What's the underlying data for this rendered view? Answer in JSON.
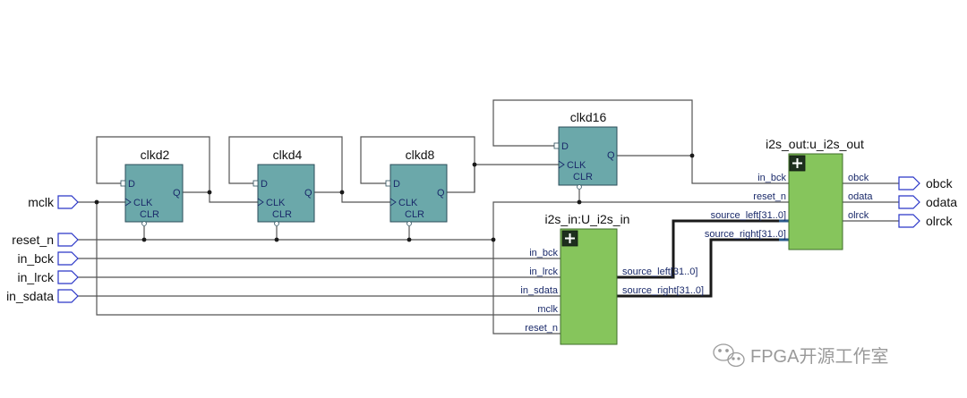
{
  "colors": {
    "wire": "#555555",
    "bus": "#1a1a1a",
    "bus_accent": "#2a5a8a",
    "ff_fill": "#6ba8aa",
    "ff_border": "#2b4d5a",
    "module_fill": "#86c55c",
    "module_border": "#3f6e2a",
    "port_stroke": "#2a36c8",
    "pin_text": "#1a2a6a",
    "watermark": "#9a9a9a"
  },
  "inputs": [
    "mclk",
    "reset_n",
    "in_bck",
    "in_lrck",
    "in_sdata"
  ],
  "outputs": [
    "obck",
    "odata",
    "olrck"
  ],
  "flipflops": [
    {
      "id": "clkd2",
      "title": "clkd2",
      "pins": {
        "d": "D",
        "clk": "CLK",
        "clr": "CLR",
        "q": "Q"
      }
    },
    {
      "id": "clkd4",
      "title": "clkd4",
      "pins": {
        "d": "D",
        "clk": "CLK",
        "clr": "CLR",
        "q": "Q"
      }
    },
    {
      "id": "clkd8",
      "title": "clkd8",
      "pins": {
        "d": "D",
        "clk": "CLK",
        "clr": "CLR",
        "q": "Q"
      }
    },
    {
      "id": "clkd16",
      "title": "clkd16",
      "pins": {
        "d": "D",
        "clk": "CLK",
        "clr": "CLR",
        "q": "Q"
      }
    }
  ],
  "i2s_in": {
    "title": "i2s_in:U_i2s_in",
    "inputs": [
      "in_bck",
      "in_lrck",
      "in_sdata",
      "mclk",
      "reset_n"
    ],
    "outputs": [
      "source_left[31..0]",
      "source_right[31..0]"
    ]
  },
  "i2s_out": {
    "title": "i2s_out:u_i2s_out",
    "inputs": [
      "in_bck",
      "reset_n",
      "source_left[31..0]",
      "source_right[31..0]"
    ],
    "outputs": [
      "obck",
      "odata",
      "olrck"
    ]
  },
  "watermark": "FPGA开源工作室",
  "icons": {
    "wechat": "wechat-icon",
    "expand": "expand-plus-icon"
  }
}
